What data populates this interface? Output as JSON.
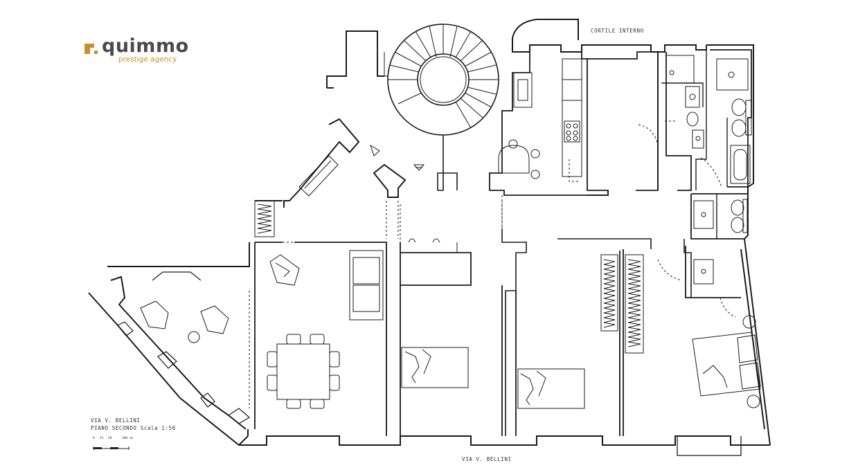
{
  "logo": {
    "name": "quimmo",
    "tagline": "prestige agency",
    "brand_color": "#c4912e",
    "text_color": "#4a4a4a"
  },
  "labels": {
    "courtyard": "CORTILE INTERNO",
    "street_bottom": "VIA V. BELLINI",
    "street_left": "VIA V. BELLINI",
    "floor_scale": "PIANO SECONDO Scala 1:50"
  },
  "scale_bar": {
    "ticks": [
      "0",
      "25",
      "50",
      "100 cm"
    ]
  },
  "icons": [
    "logo-mark-icon",
    "spiral-staircase-icon",
    "north-arrow-icon",
    "bed-icon",
    "sofa-icon",
    "armchair-icon",
    "dining-table-icon",
    "sink-icon",
    "toilet-icon",
    "bidet-icon",
    "bathtub-icon",
    "shower-icon",
    "stove-icon",
    "wardrobe-icon"
  ]
}
